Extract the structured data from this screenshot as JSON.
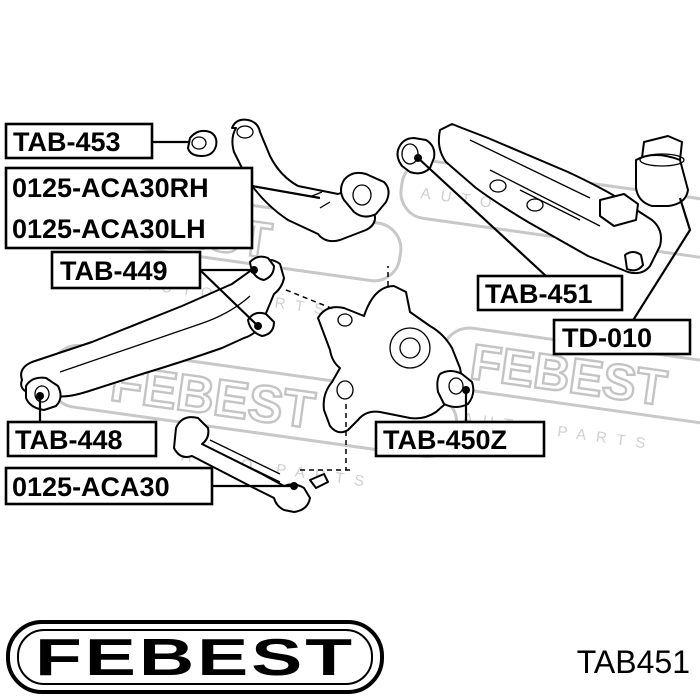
{
  "brand": {
    "logo_text": "FEBEST",
    "watermark_text": "FEBEST",
    "watermark_sub": "AUTO PARTS"
  },
  "part_number": "TAB451",
  "callouts": {
    "tab_453": "TAB-453",
    "aca30_rh": "0125-ACA30RH",
    "aca30_lh": "0125-ACA30LH",
    "tab_449": "TAB-449",
    "tab_451": "TAB-451",
    "td_010": "TD-010",
    "tab_448": "TAB-448",
    "tab_450z": "TAB-450Z",
    "aca30": "0125-ACA30"
  }
}
